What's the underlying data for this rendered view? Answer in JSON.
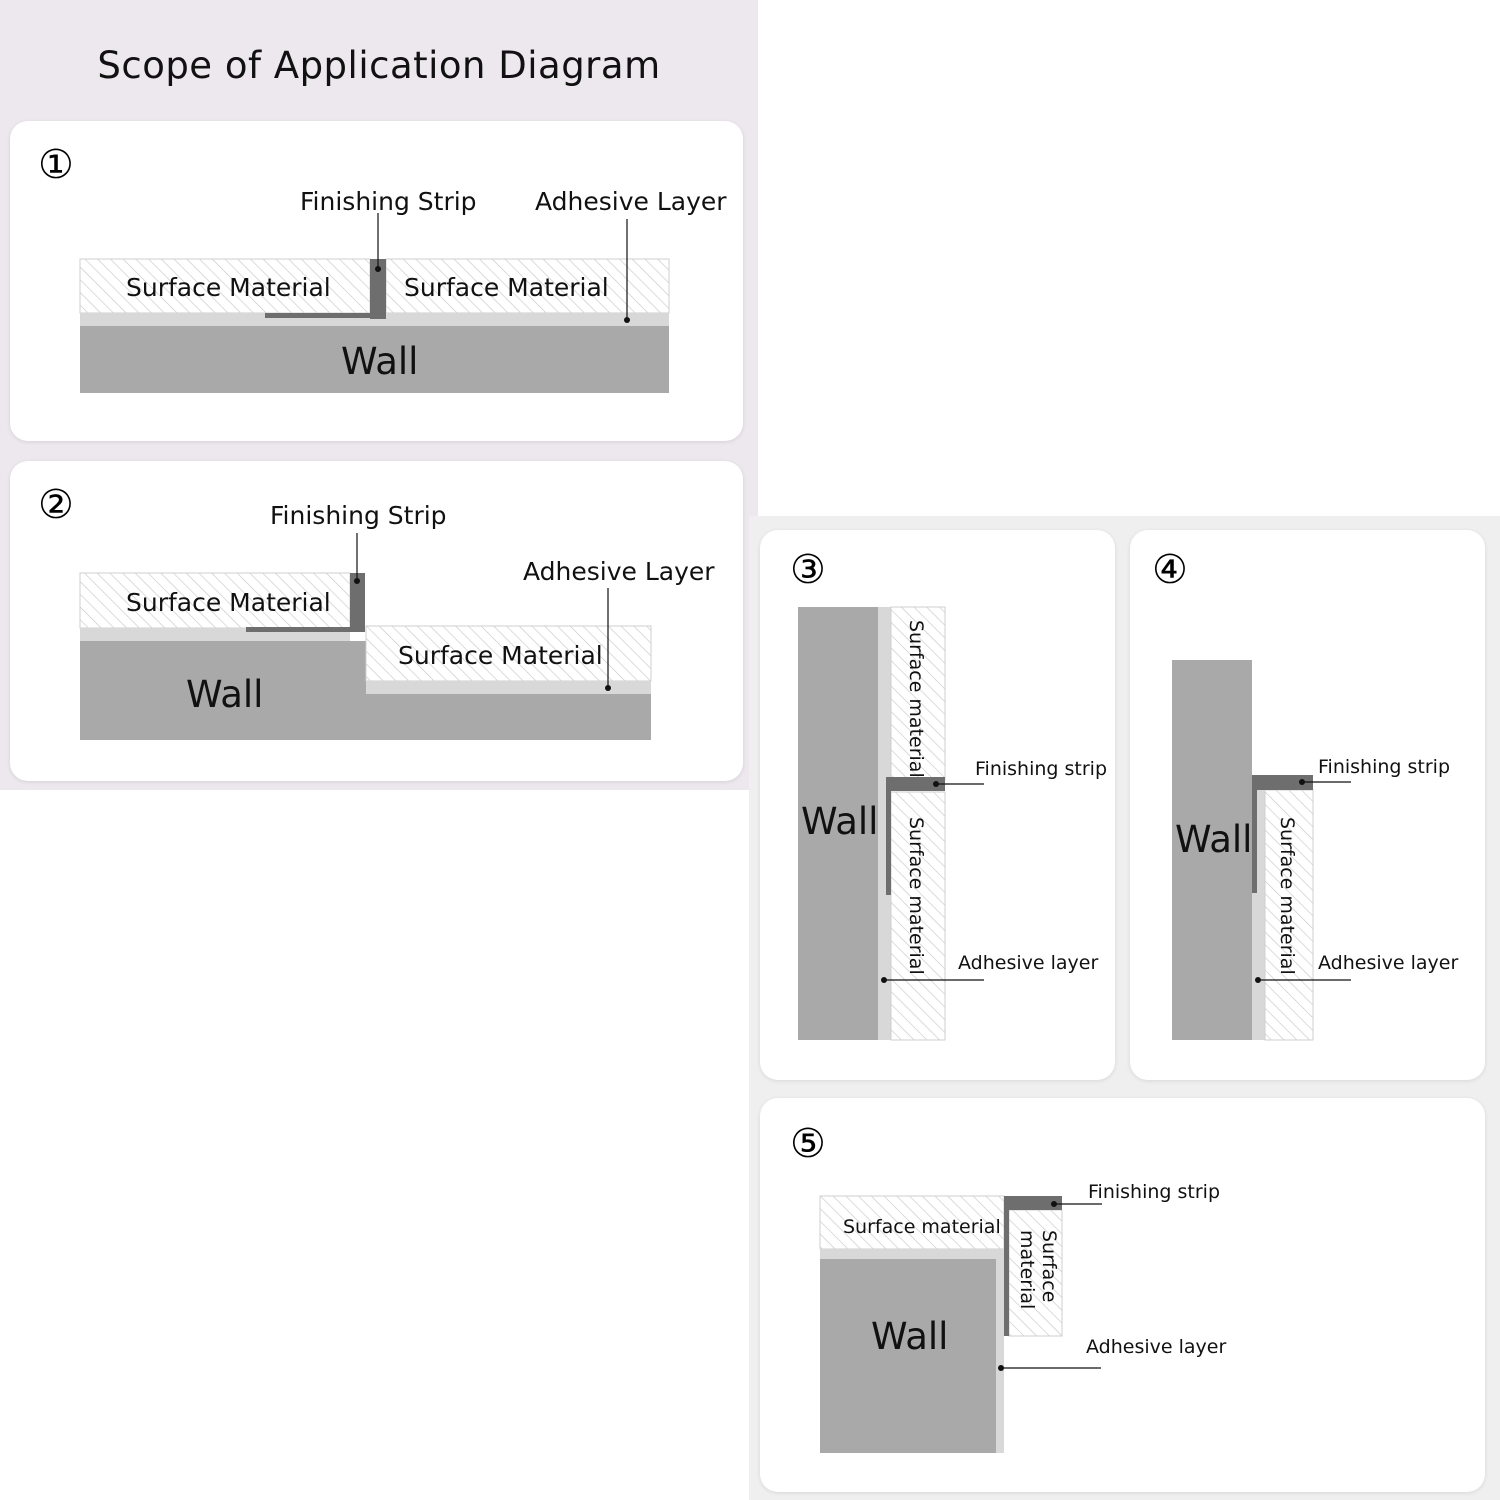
{
  "title": "Scope of Application Diagram",
  "colors": {
    "wall": "#a9a9a9",
    "strip": "#6e6e6e",
    "adhesive": "#d8d8d8",
    "hatch": "#c9c9c9",
    "panel_bg": "#ece8ee"
  },
  "cards": [
    {
      "number": "①",
      "finishing": "Finishing Strip",
      "adhesive": "Adhesive Layer",
      "surface_left": "Surface Material",
      "surface_right": "Surface Material",
      "wall": "Wall"
    },
    {
      "number": "②",
      "finishing": "Finishing Strip",
      "adhesive": "Adhesive Layer",
      "surface_left": "Surface Material",
      "surface_right": "Surface Material",
      "wall": "Wall"
    },
    {
      "number": "③",
      "finishing": "Finishing strip",
      "adhesive": "Adhesive layer",
      "surface_top": "Surface material",
      "surface_bottom": "Surface material",
      "wall": "Wall"
    },
    {
      "number": "④",
      "finishing": "Finishing strip",
      "adhesive": "Adhesive layer",
      "surface": "Surface material",
      "wall": "Wall"
    },
    {
      "number": "⑤",
      "finishing": "Finishing strip",
      "adhesive": "Adhesive layer",
      "surface_top": "Surface material",
      "surface_side": "Surface material",
      "wall": "Wall"
    }
  ]
}
